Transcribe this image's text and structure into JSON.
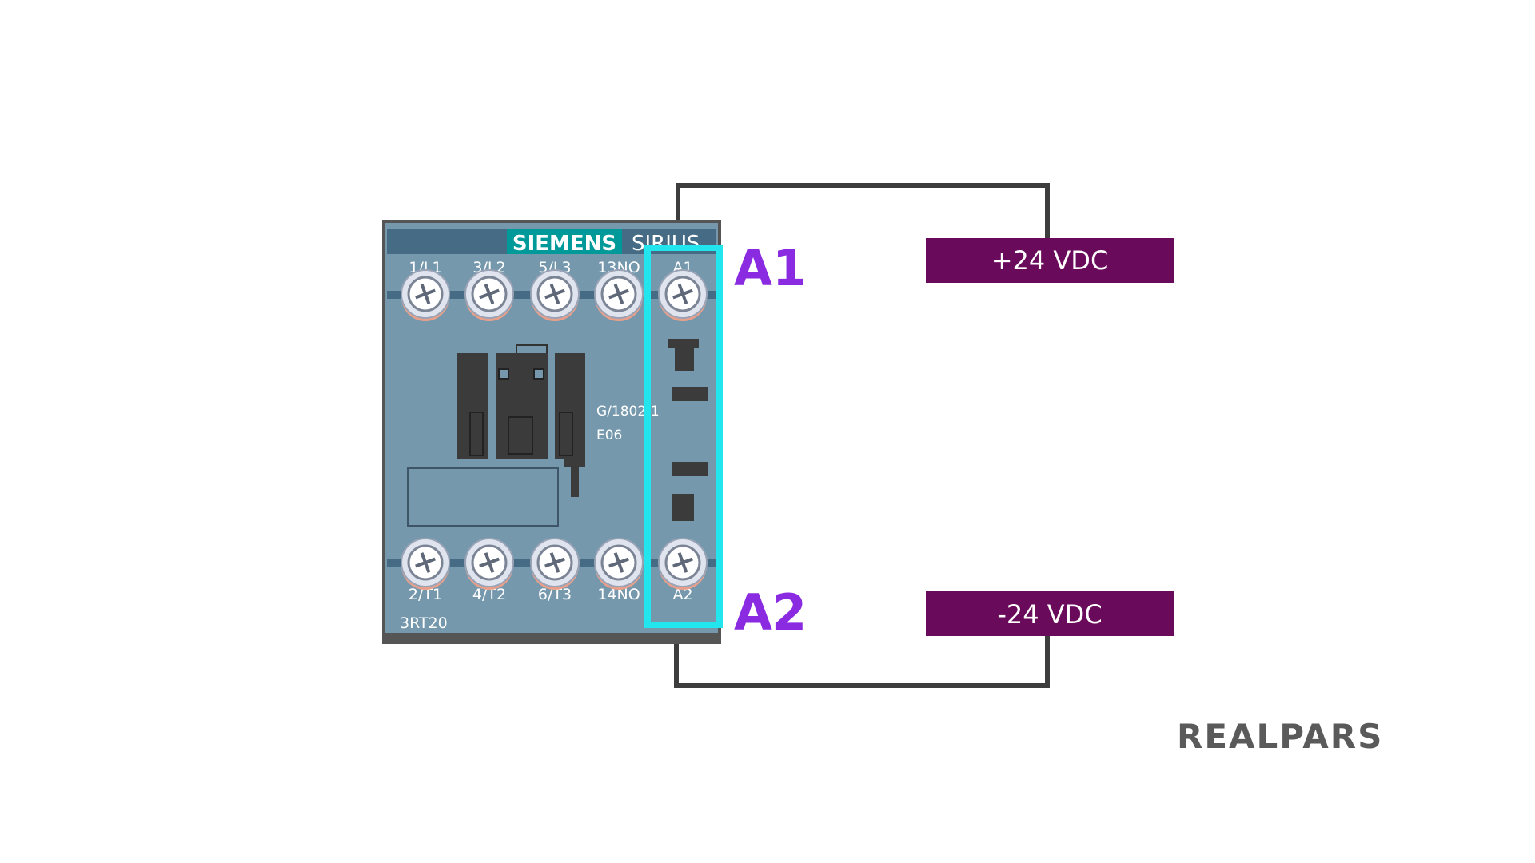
{
  "contactor": {
    "brand": "SIEMENS",
    "series": "SIRIUS",
    "model": "3RT20",
    "code_1": "G/1802/1",
    "code_2": "E06",
    "top_labels": [
      "1/L1",
      "3/L2",
      "5/L3",
      "13NO",
      "A1"
    ],
    "bottom_labels": [
      "2/T1",
      "4/T2",
      "6/T3",
      "14NO",
      "A2"
    ]
  },
  "coil_terminals": {
    "a1": "A1",
    "a2": "A2"
  },
  "supply": {
    "positive": "+24 VDC",
    "negative": "-24 VDC"
  },
  "logo": "REALPARS",
  "colors": {
    "body": "#7598ad",
    "header_bar": "#456b85",
    "brand_bg": "#009999",
    "highlight": "#22e5ee",
    "coil_label": "#8a2be2",
    "supply_bg": "#6a0a5a",
    "wire": "#3d3d3d"
  }
}
